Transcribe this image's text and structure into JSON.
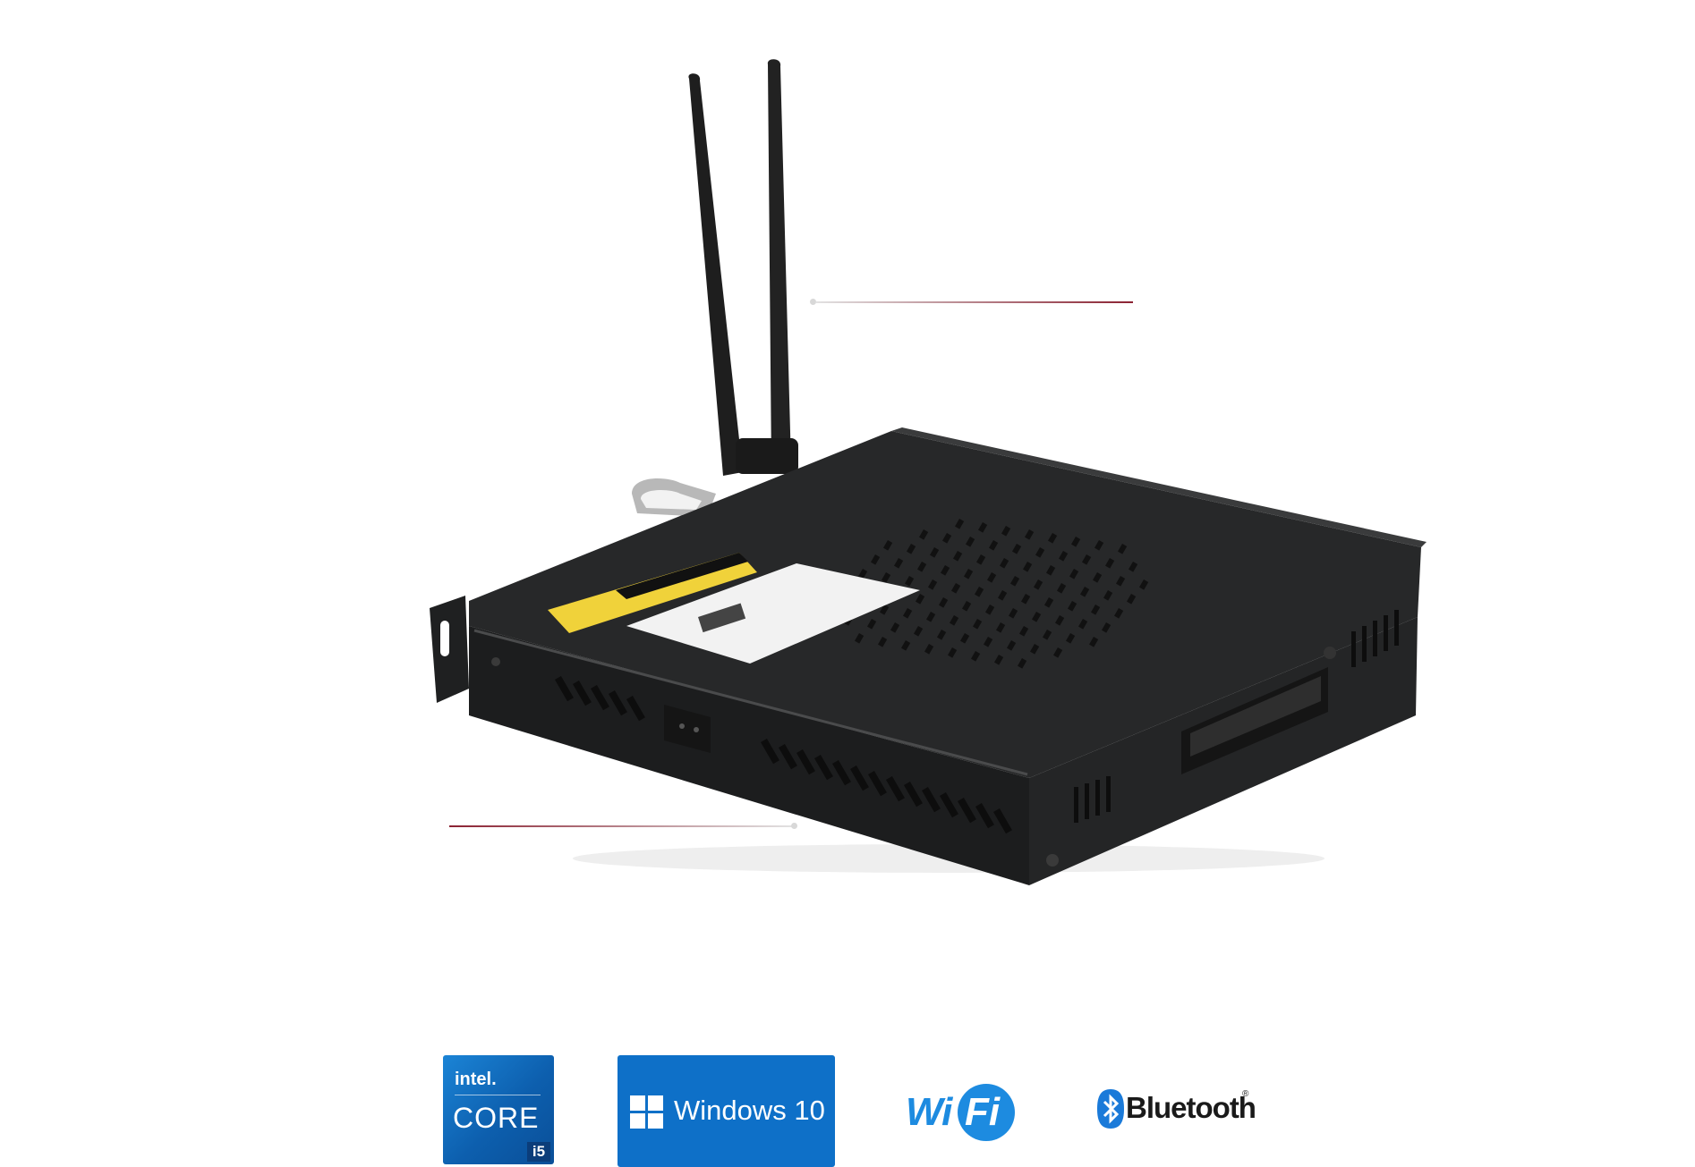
{
  "image": {
    "subject": "mini PC",
    "background_color": "#ffffff",
    "accent_line_color": "#8b2232"
  },
  "logos": {
    "intel": {
      "brand": "intel.",
      "product": "CORE",
      "tier": "i5",
      "color": "#0e66b8"
    },
    "windows": {
      "label": "Windows 10",
      "color": "#0e70c8"
    },
    "wifi": {
      "left": "Wi",
      "right": "Fi",
      "color": "#1d8be0"
    },
    "bluetooth": {
      "label": "Bluetooth",
      "mark": "®",
      "color": "#1a7ad9"
    }
  }
}
